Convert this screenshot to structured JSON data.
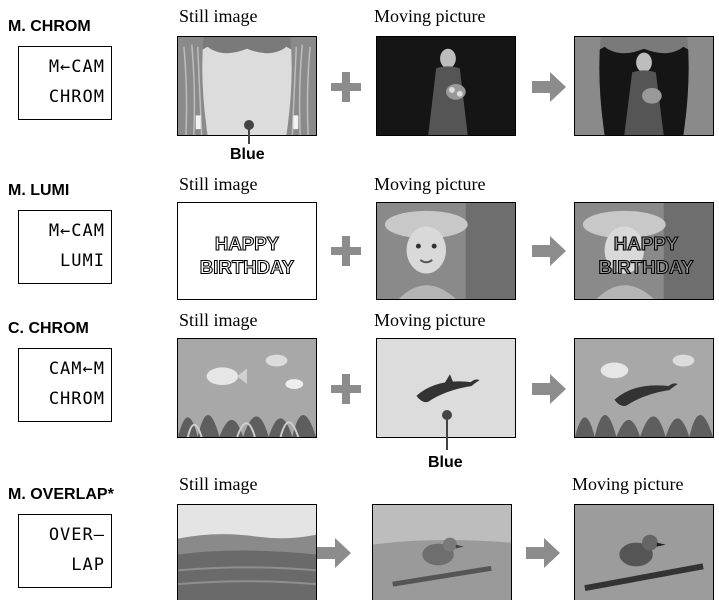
{
  "sections": [
    {
      "title": "M. CHROM",
      "display": [
        "M←CAM",
        "CHROM"
      ],
      "captions": [
        "Still image",
        "Moving picture"
      ],
      "callout": "Blue"
    },
    {
      "title": "M. LUMI",
      "display": [
        "M←CAM",
        "LUMI"
      ],
      "captions": [
        "Still image",
        "Moving picture"
      ],
      "still_text": [
        "HAPPY",
        "BIRTHDAY"
      ],
      "result_text": [
        "HAPPY",
        "BIRTHDAY"
      ]
    },
    {
      "title": "C. CHROM",
      "display": [
        "CAM←M",
        "CHROM"
      ],
      "captions": [
        "Still image",
        "Moving picture"
      ],
      "callout": "Blue"
    },
    {
      "title": "M. OVERLAP*",
      "display": [
        "OVER–",
        "LAP"
      ],
      "captions": [
        "Still image",
        "Moving picture"
      ]
    }
  ],
  "icons": {
    "plus": "plus-icon",
    "arrow": "arrow-right-icon"
  },
  "colors": {
    "chroma_blue": "#dcdcdc",
    "operator_gray": "#8c8c8c"
  }
}
